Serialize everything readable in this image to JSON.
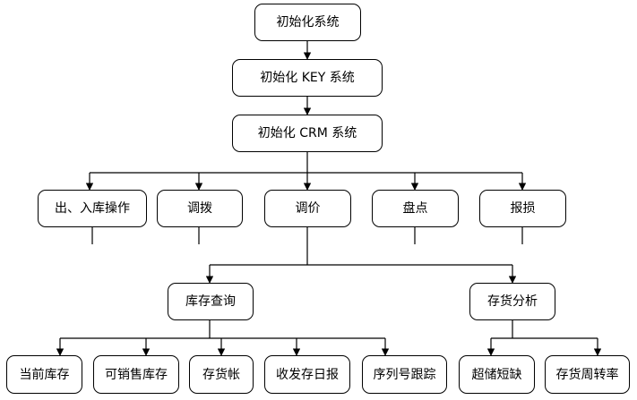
{
  "diagram": {
    "nodes": {
      "init_system": "初始化系统",
      "init_key": "初始化 KEY 系统",
      "init_crm": "初始化 CRM 系统",
      "in_out_stock": "出、入库操作",
      "transfer": "调拨",
      "price_adjust": "调价",
      "stocktake": "盘点",
      "damage_report": "报损",
      "stock_query": "库存查询",
      "inventory_analysis": "存货分析",
      "current_stock": "当前库存",
      "sellable_stock": "可销售库存",
      "inventory_ledger": "存货帐",
      "daily_report": "收发存日报",
      "serial_tracking": "序列号跟踪",
      "overstock_shortage": "超储短缺",
      "turnover_rate": "存货周转率"
    }
  }
}
